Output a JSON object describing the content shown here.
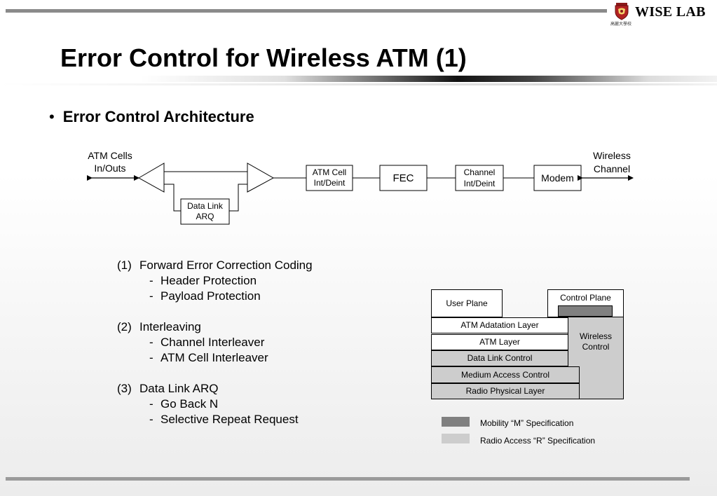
{
  "header": {
    "logo_text": "WISE LAB",
    "logo_subtext": "高麗大學校"
  },
  "slide": {
    "title": "Error Control for Wireless ATM (1)",
    "bullet": "Error Control Architecture"
  },
  "diagram": {
    "atm_cells_label_1": "ATM Cells",
    "atm_cells_label_2": "In/Outs",
    "wireless_label_1": "Wireless",
    "wireless_label_2": "Channel",
    "data_link_arq_1": "Data Link",
    "data_link_arq_2": "ARQ",
    "atm_cell_interleaver_1": "ATM Cell",
    "atm_cell_interleaver_2": "Int/Deint",
    "fec": "FEC",
    "channel_interleaver_1": "Channel",
    "channel_interleaver_2": "Int/Deint",
    "modem": "Modem"
  },
  "techniques": [
    {
      "number": "(1)",
      "title": "Forward Error Correction Coding",
      "items": [
        "Header Protection",
        "Payload Protection"
      ]
    },
    {
      "number": "(2)",
      "title": "Interleaving",
      "items": [
        "Channel Interleaver",
        "ATM Cell Interleaver"
      ]
    },
    {
      "number": "(3)",
      "title": "Data Link ARQ",
      "items": [
        "Go Back N",
        "Selective Repeat Request"
      ]
    }
  ],
  "stack": {
    "user_plane": "User Plane",
    "control_plane": "Control Plane",
    "atm_adaptation_layer": "ATM Adatation Layer",
    "atm_layer": "ATM Layer",
    "data_link_control": "Data Link Control",
    "medium_access_control": "Medium Access Control",
    "radio_physical_layer": "Radio Physical Layer",
    "wireless_control_1": "Wireless",
    "wireless_control_2": "Control"
  },
  "legend": {
    "mobility": "Mobility “M” Specification",
    "radio_access": "Radio Access “R” Specification"
  },
  "colors": {
    "mobility_spec": "#808080",
    "radio_access_spec": "#cdcdcd"
  }
}
